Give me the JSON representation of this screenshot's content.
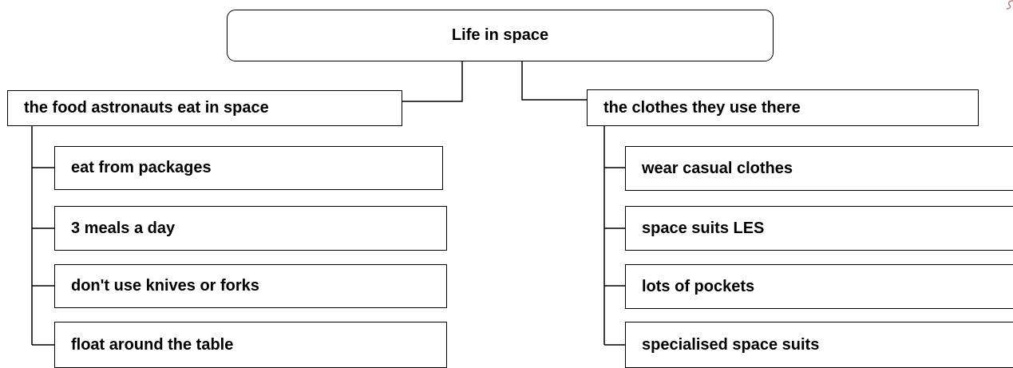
{
  "root": {
    "label": "Life in space"
  },
  "branches": [
    {
      "label": "the food astronauts eat in space",
      "items": [
        "eat from packages",
        "3 meals a day",
        "don't use knives or forks",
        "float around the table"
      ]
    },
    {
      "label": "the clothes they use there",
      "items": [
        "wear casual clothes",
        "space suits LES",
        "lots of pockets",
        "specialised space suits"
      ]
    }
  ],
  "colors": {
    "line": "#000000",
    "background": "#ffffff"
  }
}
